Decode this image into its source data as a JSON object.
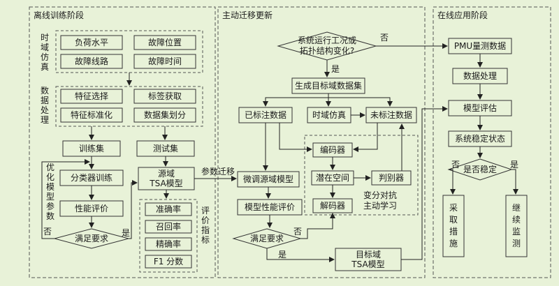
{
  "panels": {
    "offline": "离线训练阶段",
    "transfer": "主动迁移更新",
    "online": "在线应用阶段"
  },
  "offline": {
    "sim_label": "时域仿真",
    "sim_items": [
      "负荷水平",
      "故障位置",
      "故障线路",
      "故障时间"
    ],
    "proc_label": "数据处理",
    "proc_items": [
      "特征选择",
      "标签获取",
      "特征标准化",
      "数据集划分"
    ],
    "train_set": "训练集",
    "test_set": "测试集",
    "opt_label": "优化模型参数",
    "classifier": "分类器训练",
    "perf_eval": "性能评价",
    "meets_req": "满足要求",
    "no": "否",
    "yes": "是",
    "source_tsa": [
      "源域",
      "TSA模型"
    ],
    "metrics": [
      "准确率",
      "召回率",
      "精确率",
      "F1 分数"
    ],
    "metrics_label": "评价指标"
  },
  "transfer": {
    "decision": [
      "系统运行工况或",
      "拓扑结构变化?"
    ],
    "no": "否",
    "yes": "是",
    "gen_dataset": "生成目标域数据集",
    "labeled": "已标注数据",
    "sim": "时域仿真",
    "unlabeled": "未标注数据",
    "param_transfer": "参数迁移",
    "finetune": "微调源域模型",
    "encoder": "编码器",
    "latent": "潜在空间",
    "decoder": "解码器",
    "discriminator": "判别器",
    "vae_label": [
      "变分对抗",
      "主动学习"
    ],
    "model_perf": "模型性能评价",
    "meets_req": "满足要求",
    "no2": "否",
    "yes2": "是",
    "target_tsa": [
      "目标域",
      "TSA模型"
    ]
  },
  "online": {
    "pmu": "PMU量测数据",
    "proc": "数据处理",
    "eval": "模型评估",
    "state": "系统稳定状态",
    "stable": "是否稳定",
    "no": "否",
    "yes": "是",
    "measures": "采取措施",
    "monitor": "继续监测"
  }
}
